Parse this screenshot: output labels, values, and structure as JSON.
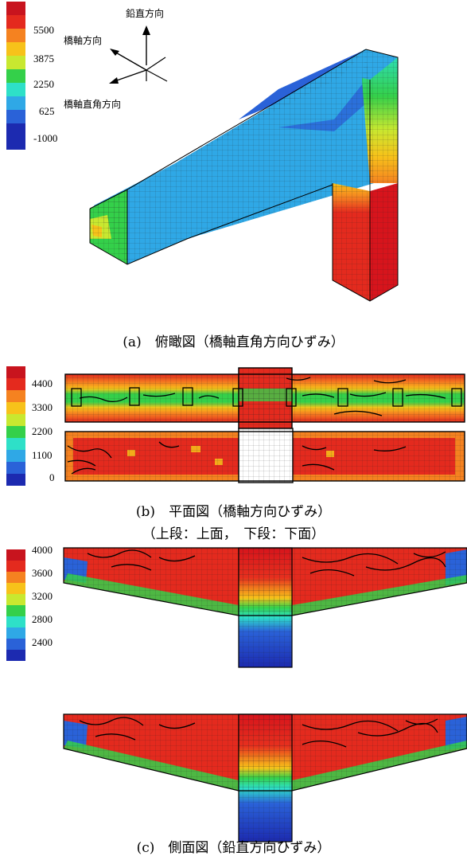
{
  "legend_colors": [
    "#c8141e",
    "#e42a1e",
    "#f58220",
    "#f7c21a",
    "#c8e830",
    "#34d04a",
    "#2ee0c8",
    "#2fa8e6",
    "#2a62d8",
    "#1c2ab0"
  ],
  "panel_a": {
    "legend_ticks": [
      "5500",
      "3875",
      "2250",
      "625",
      "-1000"
    ],
    "axis_labels": {
      "vertical": "鉛直方向",
      "bridge_axis": "橋軸方向",
      "transverse": "橋軸直角方向"
    },
    "caption": "(a)　俯瞰図（橋軸直角方向ひずみ）"
  },
  "panel_b": {
    "legend_ticks": [
      "4400",
      "3300",
      "2200",
      "1100",
      "0"
    ],
    "caption_line1": "(b)　平面図（橋軸方向ひずみ）",
    "caption_line2": "（上段：上面，　下段：下面）"
  },
  "panel_c": {
    "legend_ticks": [
      "4000",
      "3600",
      "3200",
      "2800",
      "2400"
    ],
    "caption": "(c)　側面図（鉛直方向ひずみ）"
  }
}
